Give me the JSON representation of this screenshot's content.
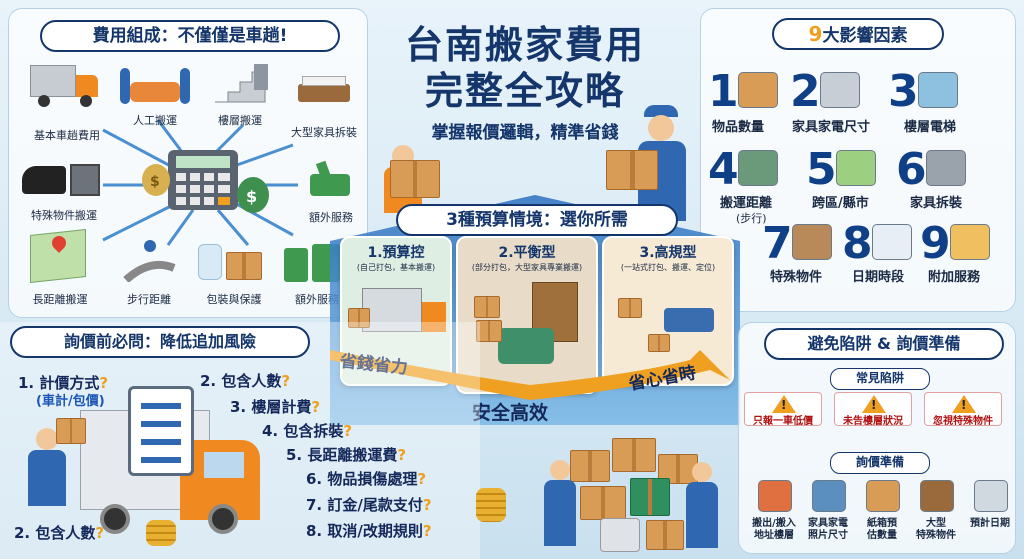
{
  "title": {
    "line1": "台南搬家費用",
    "line2": "完整全攻略",
    "subtitle": "掌握報價邏輯，精準省錢"
  },
  "cost": {
    "header": "費用組成：不僅僅是車趟!",
    "items": [
      "基本車趟費用",
      "人工搬運",
      "樓層搬運",
      "大型家具拆裝",
      "特殊物件搬運",
      "額外服務",
      "長距離搬運",
      "步行距離",
      "包裝與保護",
      "額外服務"
    ]
  },
  "factors": {
    "header_num": "9",
    "header_text": "大影響因素",
    "items": [
      {
        "n": "1",
        "label": "物品數量"
      },
      {
        "n": "2",
        "label": "家具家電尺寸"
      },
      {
        "n": "3",
        "label": "樓層電梯"
      },
      {
        "n": "4",
        "label": "搬運距離",
        "sub": "(步行)"
      },
      {
        "n": "5",
        "label": "跨區/縣市"
      },
      {
        "n": "6",
        "label": "家具拆裝"
      },
      {
        "n": "7",
        "label": "特殊物件"
      },
      {
        "n": "8",
        "label": "日期時段"
      },
      {
        "n": "9",
        "label": "附加服務"
      }
    ]
  },
  "budget": {
    "header": "3種預算情境：選你所需",
    "cards": [
      {
        "title": "1.預算控",
        "sub": "(自己打包，基本搬運)"
      },
      {
        "title": "2.平衡型",
        "sub": "(部分打包，大型家具專業搬運)"
      },
      {
        "title": "3.高規型",
        "sub": "(一站式打包、搬運、定位)"
      }
    ],
    "ribbon": [
      "省錢省力",
      "安全高效",
      "省心省時"
    ]
  },
  "ask": {
    "header": "詢價前必問：降低追加風險",
    "items": [
      {
        "text": "1. 計價方式",
        "q": "?"
      },
      {
        "text": "(車計/包價)",
        "q": "?"
      },
      {
        "text": "2. 包含人數",
        "q": "?"
      },
      {
        "text": "3. 樓層計費",
        "q": "?"
      },
      {
        "text": "4. 包含拆裝",
        "q": "?"
      },
      {
        "text": "5. 長距離搬運費",
        "q": "?"
      },
      {
        "text": "6. 物品損傷處理",
        "q": "?"
      },
      {
        "text": "7. 訂金/尾款支付",
        "q": "?"
      },
      {
        "text": "8. 取消/改期規則",
        "q": "?"
      },
      {
        "text": "2. 包含人數",
        "q": "?"
      }
    ]
  },
  "avoid": {
    "header": "避免陷阱 & 詢價準備",
    "traps_header": "常見陷阱",
    "traps": [
      "只報一車低價",
      "未告樓層狀況",
      "忽視特殊物件"
    ],
    "prep_header": "詢價準備",
    "prep": [
      {
        "l1": "搬出/搬入",
        "l2": "地址樓層"
      },
      {
        "l1": "家具家電",
        "l2": "照片尺寸"
      },
      {
        "l1": "紙箱預",
        "l2": "估數量"
      },
      {
        "l1": "大型",
        "l2": "特殊物件"
      },
      {
        "l1": "預計日期",
        "l2": ""
      }
    ]
  },
  "colors": {
    "navy": "#14366b",
    "orange": "#f0a020",
    "accent": "#2c78c8"
  }
}
